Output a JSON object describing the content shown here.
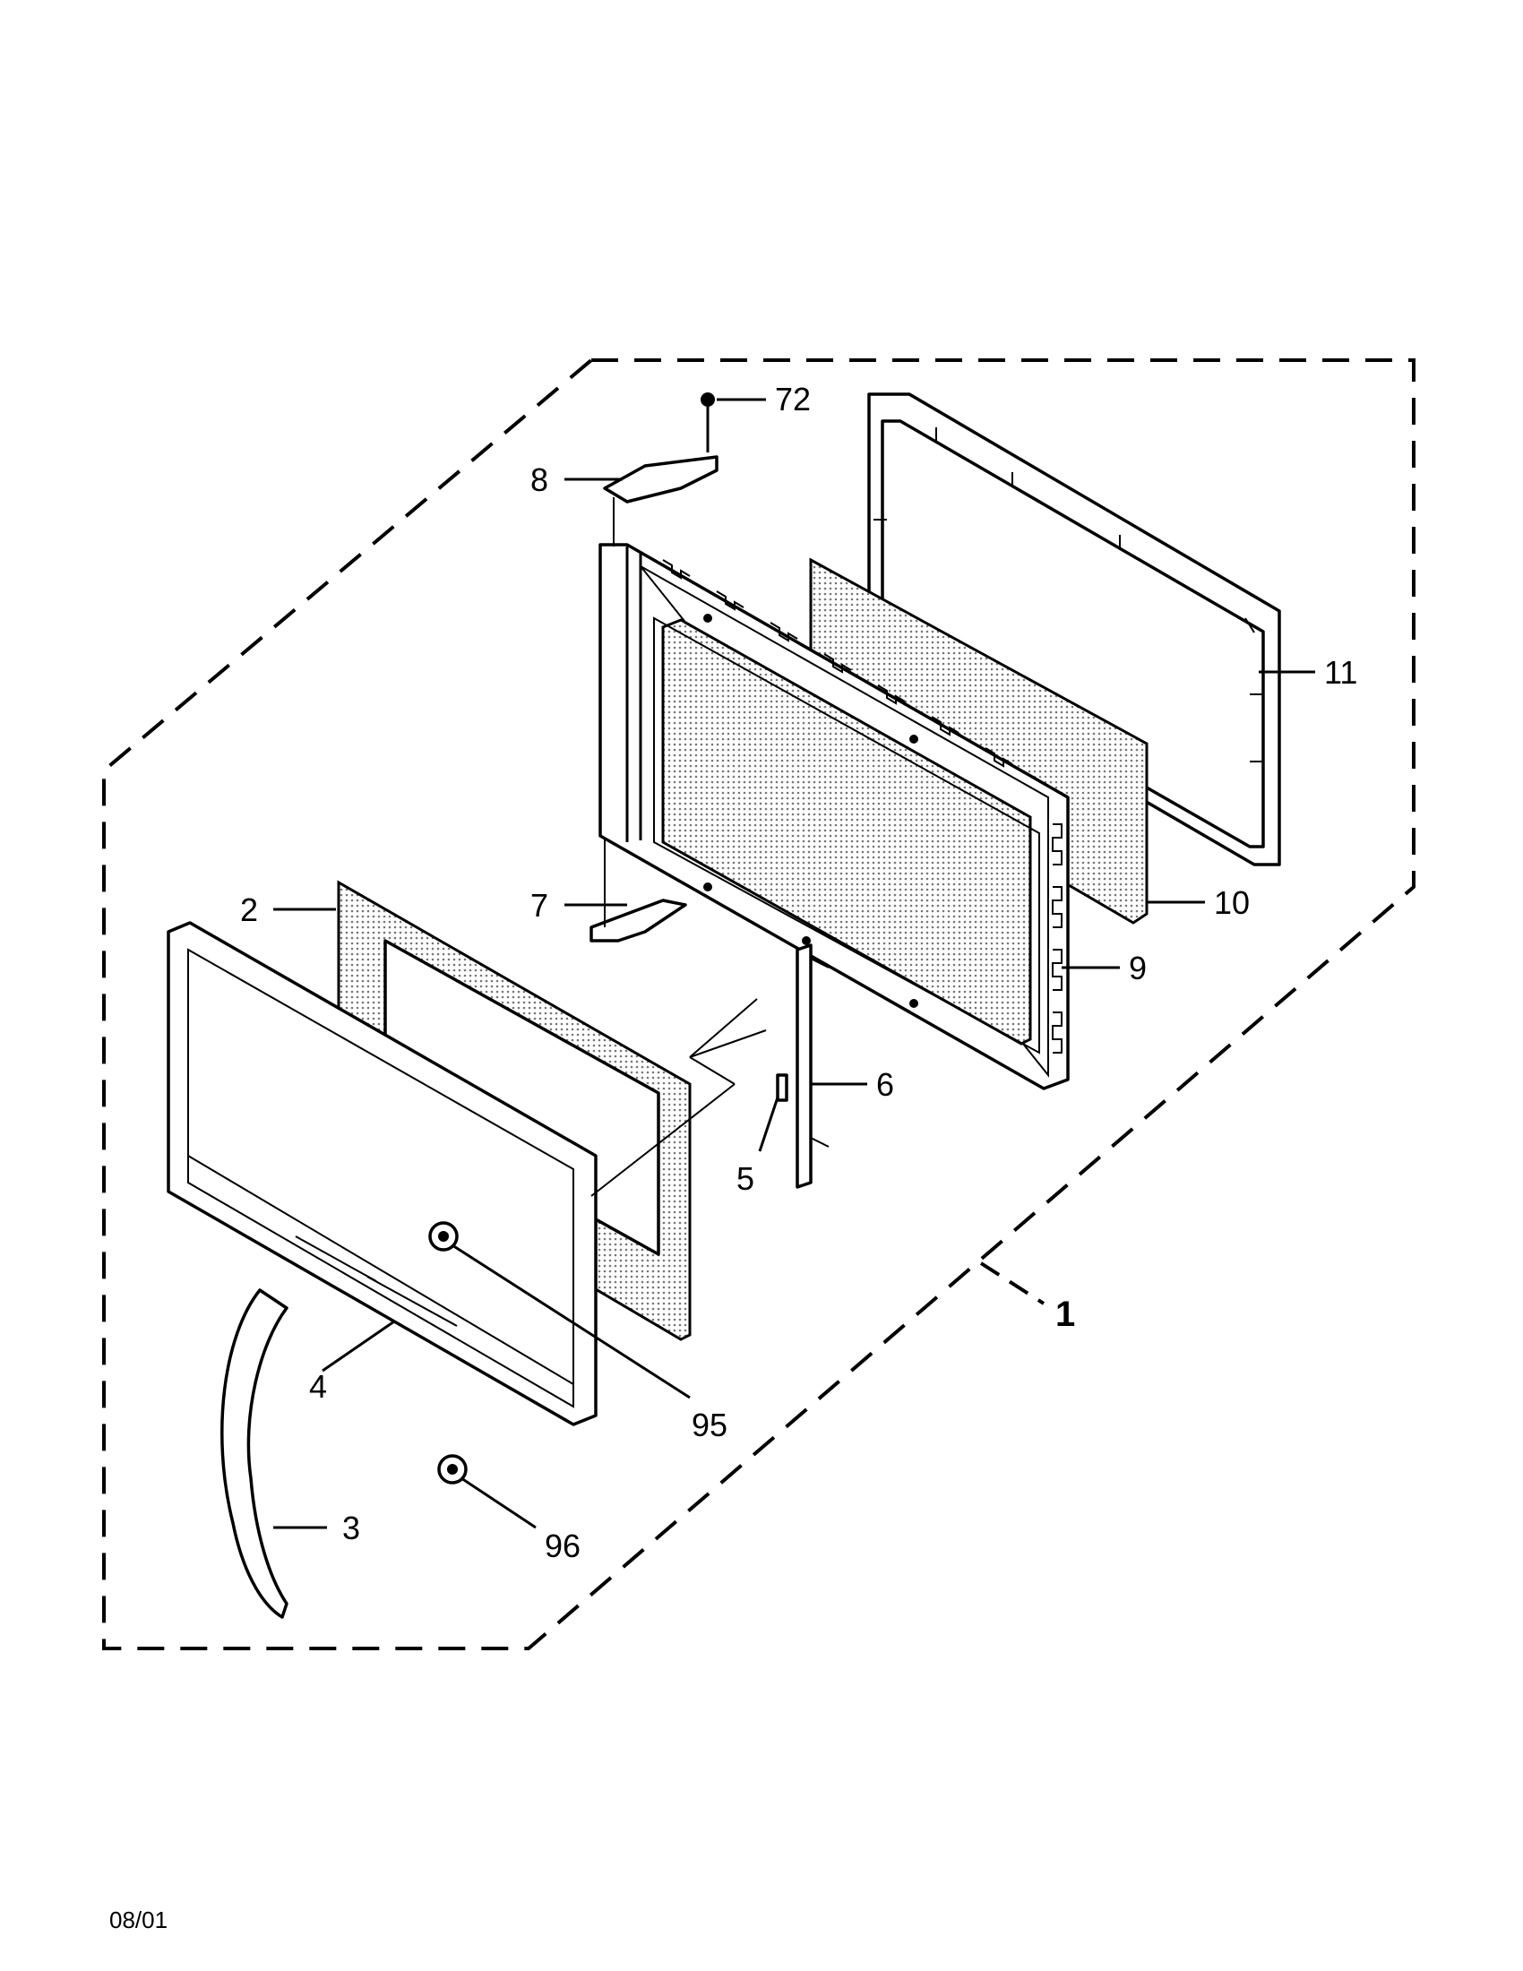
{
  "diagram": {
    "callouts": {
      "c1": "1",
      "c2": "2",
      "c3": "3",
      "c4": "4",
      "c5": "5",
      "c6": "6",
      "c7": "7",
      "c8": "8",
      "c9": "9",
      "c10": "10",
      "c11": "11",
      "c72": "72",
      "c95": "95",
      "c96": "96"
    }
  },
  "footer": {
    "date_code": "08/01"
  }
}
